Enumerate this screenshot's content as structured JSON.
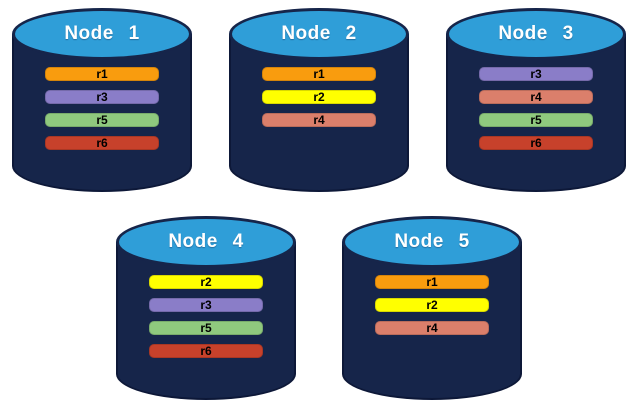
{
  "diagram": {
    "description": "Five database node cylinders holding replica bars",
    "background": "#FFFFFF"
  },
  "colors": {
    "background": "#FFFFFF",
    "cylinder_body": "#16254A",
    "cylinder_outline": "#0D1838",
    "cylinder_top": "#2F9ED8",
    "title_text": "#FFFFFF",
    "bar_text": "#000000",
    "replica_colors": {
      "r1": "#F99C0E",
      "r2": "#FFFF00",
      "r3": "#8A7DC8",
      "r4": "#DB7F6B",
      "r5": "#8FC97E",
      "r6": "#C7412B"
    }
  },
  "nodes": [
    {
      "title": "Node 1",
      "row": 1,
      "replicas": [
        "r1",
        "r3",
        "r5",
        "r6"
      ]
    },
    {
      "title": "Node 2",
      "row": 1,
      "replicas": [
        "r1",
        "r2",
        "r4"
      ]
    },
    {
      "title": "Node 3",
      "row": 1,
      "replicas": [
        "r3",
        "r4",
        "r5",
        "r6"
      ]
    },
    {
      "title": "Node 4",
      "row": 2,
      "replicas": [
        "r2",
        "r3",
        "r5",
        "r6"
      ]
    },
    {
      "title": "Node 5",
      "row": 2,
      "replicas": [
        "r1",
        "r2",
        "r4"
      ]
    }
  ]
}
